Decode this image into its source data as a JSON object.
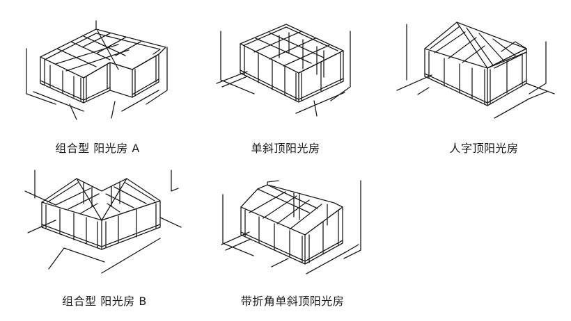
{
  "diagram": {
    "items": [
      {
        "id": "combo-a",
        "caption": "组合型 阳光房 A"
      },
      {
        "id": "mono-pitch",
        "caption": "单斜顶阳光房"
      },
      {
        "id": "gable",
        "caption": "人字顶阳光房"
      },
      {
        "id": "combo-b",
        "caption": "组合型 阳光房 B"
      },
      {
        "id": "mono-pitch-fold",
        "caption": "带折角单斜顶阳光房"
      }
    ]
  }
}
